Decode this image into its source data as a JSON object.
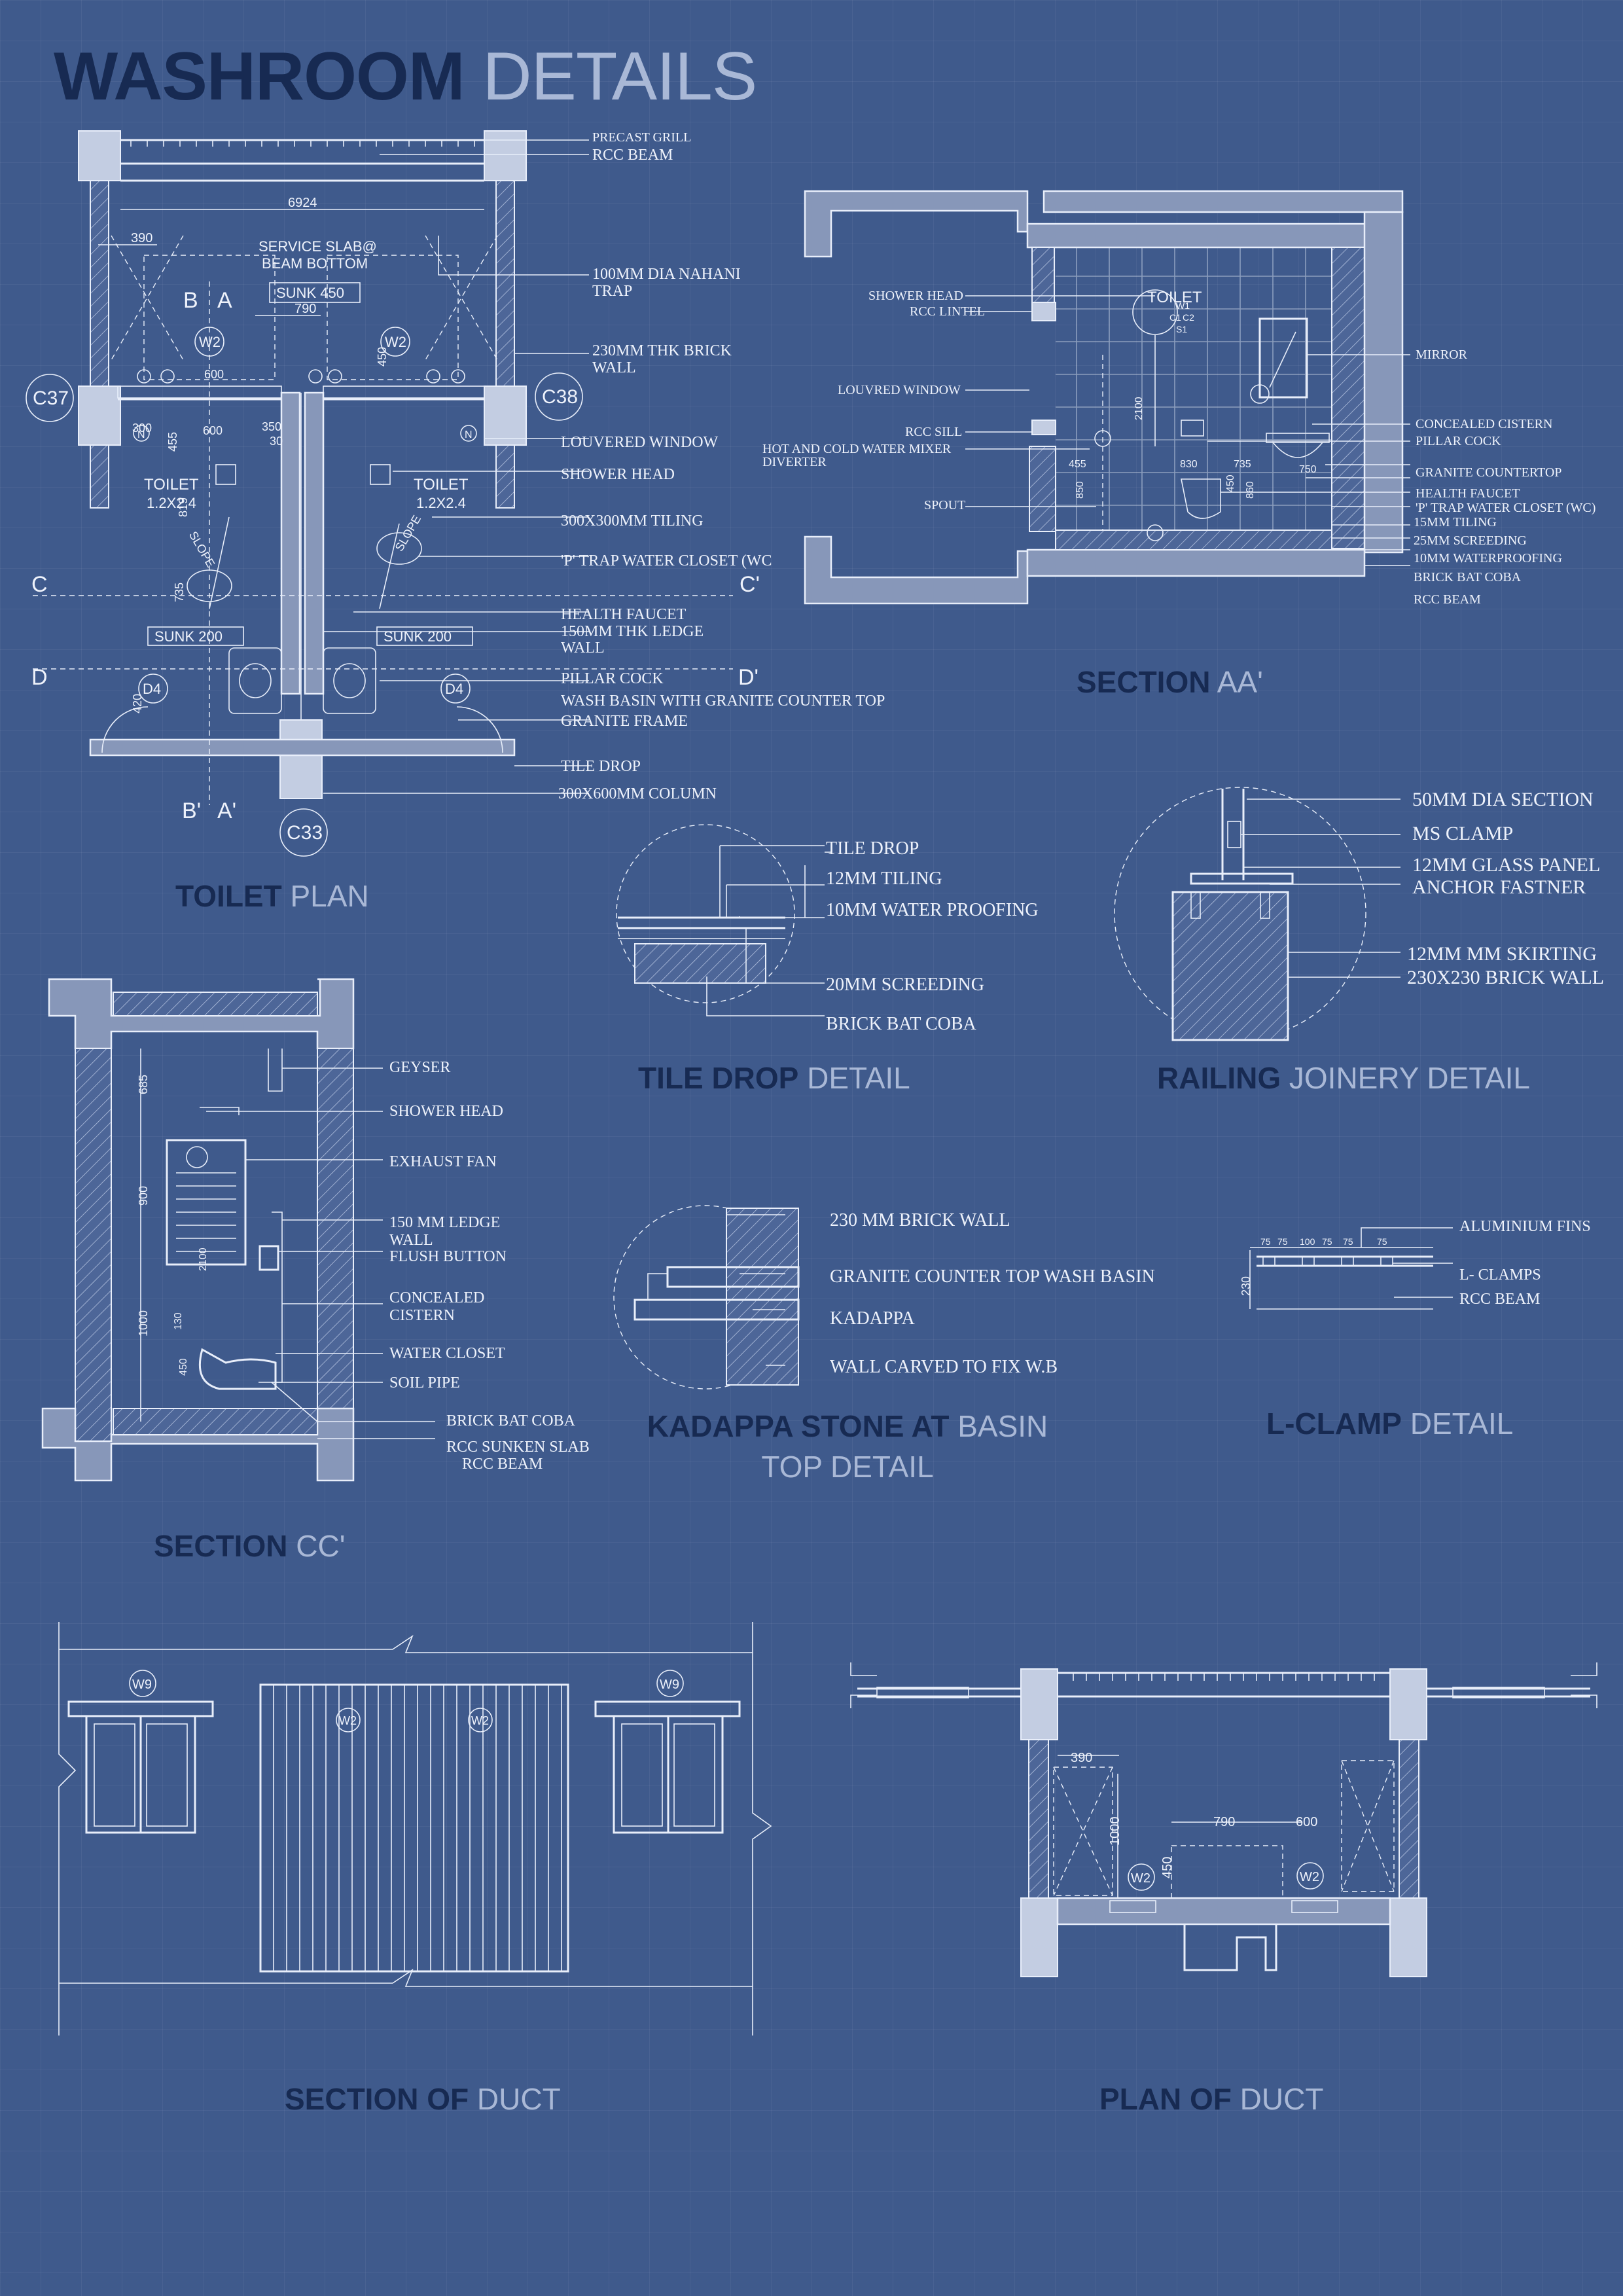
{
  "header": {
    "title_bold": "WASHROOM",
    "title_light": "DETAILS"
  },
  "captions": {
    "toilet_plan": {
      "bold": "TOILET",
      "light": "PLAN"
    },
    "section_aa": {
      "bold": "SECTION",
      "light": "AA'"
    },
    "tile_drop": {
      "bold": "TILE DROP",
      "light": "DETAIL"
    },
    "railing": {
      "bold": "RAILING",
      "light": "JOINERY DETAIL"
    },
    "section_cc": {
      "bold": "SECTION",
      "light": "CC'"
    },
    "kadappa": {
      "bold": "KADAPPA STONE AT",
      "light": "BASIN",
      "light2": "TOP DETAIL"
    },
    "lclamp": {
      "bold": "L-CLAMP",
      "light": "DETAIL"
    },
    "duct_section": {
      "bold": "SECTION OF",
      "light": "DUCT"
    },
    "duct_plan": {
      "bold": "PLAN OF",
      "light": "DUCT"
    }
  },
  "toilet_plan": {
    "labels": [
      "PRECAST GRILL",
      "RCC BEAM",
      "100MM DIA NAHANI",
      "TRAP",
      "230MM THK BRICK",
      "WALL",
      "LOUVERED WINDOW",
      "SHOWER HEAD",
      "300X300MM TILING",
      "'P' TRAP WATER CLOSET (WC",
      "HEALTH FAUCET",
      "150MM THK LEDGE",
      "WALL",
      "PILLAR COCK",
      "WASH BASIN WITH GRANITE COUNTER TOP",
      "GRANITE FRAME",
      "TILE DROP",
      "300X600MM COLUMN"
    ],
    "inner": {
      "service_slab": "SERVICE SLAB@",
      "beam_bottom": "BEAM BOTTOM",
      "sunk450": "SUNK 450",
      "toilet": "TOILET",
      "size": "1.2X2.4",
      "sunk200": "SUNK 200",
      "slope": "SLOPE",
      "dim_6924": "6924",
      "dim_390": "390",
      "dim_790": "790",
      "dim_600": "600",
      "dim_450": "450",
      "dim_350": "350",
      "dim_455": "455",
      "dim_819": "819",
      "dim_735": "735",
      "dim_420": "420",
      "dim_30": "30",
      "dim_300": "300",
      "marks": {
        "c37": "C37",
        "c38": "C38",
        "c33": "C33",
        "w2": "W2",
        "d4": "D4",
        "n": "N"
      },
      "section_marks": {
        "b": "B",
        "a": "A",
        "c": "C",
        "c2": "C'",
        "d": "D",
        "d2": "D'",
        "b2": "B'",
        "a2": "A'"
      }
    }
  },
  "section_aa": {
    "left_labels": [
      "SHOWER HEAD",
      "RCC LINTEL",
      "LOUVRED WINDOW",
      "RCC SILL",
      "HOT AND COLD WATER  MIXER",
      "DIVERTER",
      "SPOUT"
    ],
    "right_labels": [
      "MIRROR",
      "CONCEALED CISTERN",
      "PILLAR COCK",
      "GRANITE COUNTERTOP",
      "HEALTH FAUCET",
      "'P' TRAP WATER CLOSET (WC)",
      "15MM TILING",
      "25MM SCREEDING",
      "10MM WATERPROOFING",
      "BRICK BAT COBA",
      "RCC  BEAM"
    ],
    "inner": {
      "toilet": "TOILET",
      "w1": "W1",
      "c1": "C1",
      "c2": "C2",
      "s1": "S1",
      "dim_2100": "2100",
      "dim_455": "455",
      "dim_830": "830",
      "dim_735": "735",
      "dim_850": "850",
      "dim_450": "450",
      "dim_860": "860",
      "dim_750": "750"
    }
  },
  "tile_drop": {
    "labels": [
      "TILE DROP",
      "12MM TILING",
      "10MM WATER PROOFING",
      "20MM SCREEDING",
      "BRICK BAT COBA"
    ]
  },
  "railing": {
    "labels": [
      "50MM DIA SECTION",
      "MS CLAMP",
      "12MM GLASS PANEL",
      "ANCHOR FASTNER",
      "12MM MM SKIRTING",
      "230X230 BRICK WALL"
    ]
  },
  "section_cc": {
    "labels": [
      "GEYSER",
      "SHOWER HEAD",
      "EXHAUST FAN",
      "150 MM LEDGE",
      "WALL",
      "FLUSH BUTTON",
      "CONCEALED",
      "CISTERN",
      "WATER CLOSET",
      "SOIL PIPE",
      "BRICK BAT COBA",
      "RCC SUNKEN SLAB",
      "RCC  BEAM"
    ],
    "inner": {
      "dim_685": "685",
      "dim_900": "900",
      "dim_2100": "2100",
      "dim_1000": "1000",
      "dim_130": "130",
      "dim_450": "450"
    }
  },
  "kadappa": {
    "labels": [
      "230 MM BRICK WALL",
      "GRANITE COUNTER TOP WASH BASIN",
      "KADAPPA",
      "WALL CARVED TO FIX W.B"
    ]
  },
  "lclamp": {
    "labels": [
      "ALUMINIUM FINS",
      "L- CLAMPS",
      "RCC BEAM"
    ],
    "inner": {
      "dim_230": "230",
      "dims": [
        "75",
        "75",
        "100",
        "75",
        "75",
        "75"
      ]
    }
  },
  "duct_section": {
    "marks": {
      "w9a": "W9",
      "w9b": "W9",
      "w2a": "W2",
      "w2b": "W2"
    }
  },
  "duct_plan": {
    "inner": {
      "dim_390": "390",
      "dim_790": "790",
      "dim_600": "600",
      "dim_1000": "1000",
      "dim_450": "450",
      "w2a": "W2",
      "w2b": "W2"
    }
  }
}
